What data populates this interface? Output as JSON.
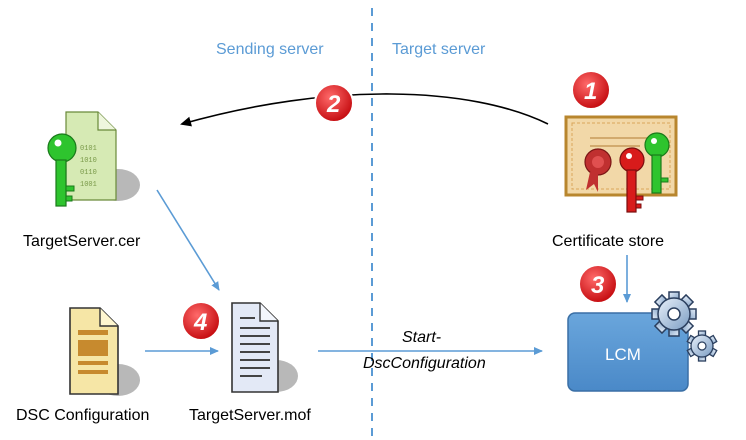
{
  "regions": {
    "sending": "Sending server",
    "target": "Target server"
  },
  "labels": {
    "target_cer": "TargetServer.cer",
    "cert_store": "Certificate store",
    "dsc_config": "DSC Configuration",
    "target_mof": "TargetServer.mof",
    "lcm": "LCM",
    "command_line1": "Start-",
    "command_line2": "DscConfiguration"
  },
  "steps": [
    "1",
    "2",
    "3",
    "4"
  ],
  "icons": [
    "certificate-file-icon",
    "certificate-store-icon",
    "document-icon",
    "mof-document-icon",
    "gear-icon"
  ],
  "colors": {
    "divider": "#5b9bd5",
    "arrow": "#5b9bd5",
    "badge": "#e8161b",
    "lcm": "#5b9bd5",
    "key_green": "#2ec42e",
    "key_red": "#d81b1b"
  }
}
